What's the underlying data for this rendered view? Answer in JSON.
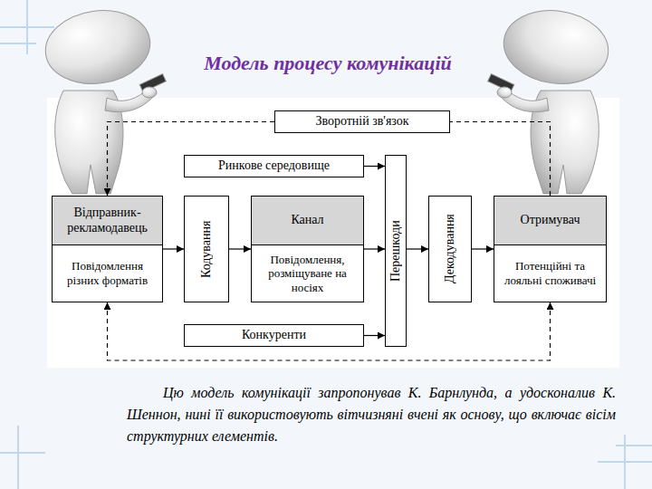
{
  "diagram": {
    "title": "Модель процесу комунікацій",
    "caption": "Цю модель комунікації запропонував К. Барнлунда, а удосконалив К. Шеннон, нині її використовують вітчизняні вчені як основу, що включає вісім структурних елементів.",
    "nodes": [
      {
        "text": [
          "Зворотній зв'язок"
        ]
      },
      {
        "text": [
          "Ринкове середовище"
        ]
      },
      {
        "text": [
          "Відправник-рекламодавець",
          "Повідомлення різних форматів"
        ]
      },
      {
        "text": [
          "Кодування"
        ]
      },
      {
        "text": [
          "Канал",
          "Повідомлення, розміщуване на носіях"
        ]
      },
      {
        "text": [
          "Перешкоди"
        ]
      },
      {
        "text": [
          "Декодування"
        ]
      },
      {
        "text": [
          "Отримувач",
          "Потенційні та лояльні споживачі"
        ]
      },
      {
        "text": [
          "Конкуренти"
        ]
      }
    ],
    "edges": [
      {
        "from": 2,
        "to": 3,
        "arrow": "to"
      },
      {
        "from": 3,
        "to": 4,
        "arrow": "to"
      },
      {
        "from": 4,
        "to": 5,
        "arrow": "to"
      },
      {
        "from": 5,
        "to": 6,
        "arrow": "to"
      },
      {
        "from": 6,
        "to": 7,
        "arrow": "to"
      },
      {
        "from": 1,
        "to": 5,
        "arrow": "to"
      },
      {
        "from": 8,
        "to": 5,
        "arrow": "to"
      },
      {
        "from": 7,
        "to": 0,
        "arrow": "none"
      },
      {
        "from": 0,
        "to": 2,
        "arrow": "to"
      },
      {
        "from": 2,
        "to": 7,
        "arrow": "both"
      }
    ]
  }
}
